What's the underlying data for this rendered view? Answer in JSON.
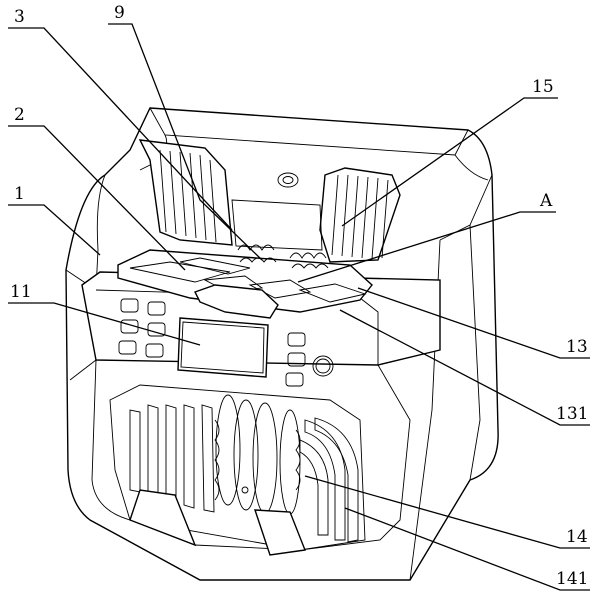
{
  "figure": {
    "labels": [
      "3",
      "9",
      "2",
      "1",
      "11",
      "15",
      "A",
      "13",
      "131",
      "14",
      "141"
    ]
  }
}
